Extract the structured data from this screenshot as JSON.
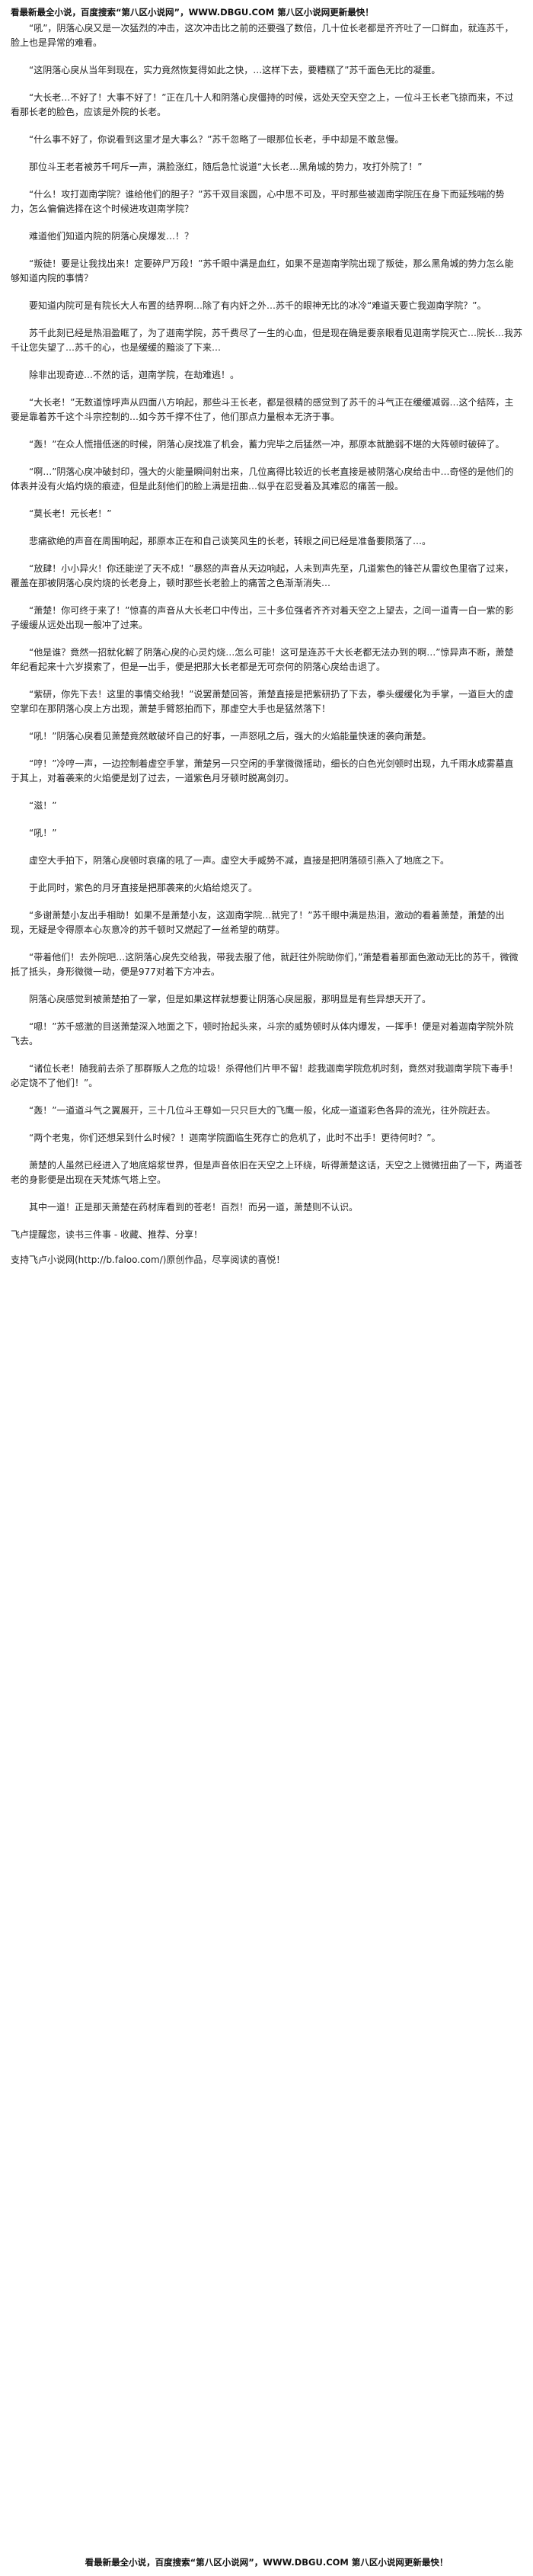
{
  "banner_top": "看最新最全小说，百度搜索“第八区小说网”，WWW.DBGU.COM 第八区小说网更新最快！",
  "paragraphs": [
    "“吼”，阴落心戾又是一次猛烈的冲击，这次冲击比之前的还要强了数倍，几十位长老都是齐齐吐了一口鲜血，就连苏千，脸上也是异常的难看。",
    "“这阴落心戾从当年到现在，实力竟然恢复得如此之快，…这样下去，要糟糕了”苏千面色无比的凝重。",
    "“大长老…不好了！大事不好了！”正在几十人和阴落心戾僵持的时候，远处天空天空之上，一位斗王长老飞掠而来，不过看那长老的脸色，应该是外院的长老。",
    "“什么事不好了，你说看到这里才是大事么？”苏千忽略了一眼那位长老，手中却是不敢怠慢。",
    "那位斗王老者被苏千呵斥一声，满脸涨红，随后急忙说道“大长老…黑角城的势力，攻打外院了！”",
    "“什么！攻打迦南学院？谁给他们的胆子？”苏千双目滚圆，心中思不可及，平时那些被迦南学院压在身下而延残喘的势力，怎么偏偏选择在这个时候进攻迦南学院？",
    "难道他们知道内院的阴落心戾爆发…！？",
    "“叛徒！要是让我找出来！定要碎尸万段！”苏千眼中满是血红，如果不是迦南学院出现了叛徒，那么黑角城的势力怎么能够知道内院的事情？",
    "要知道内院可是有院长大人布置的结界啊…除了有内奸之外…苏千的眼神无比的冰冷“难道天要亡我迦南学院？”。",
    "苏千此刻已经是热泪盈眶了，为了迦南学院，苏千费尽了一生的心血，但是现在确是要亲眼看见迦南学院灭亡…院长…我苏千让您失望了…苏千的心，也是缓缓的黯淡了下来…",
    "除非出现奇迹…不然的话，迦南学院，在劫难逃！。",
    "“大长老！”无数道惊呼声从四面八方响起，那些斗王长老，都是很精的感觉到了苏千的斗气正在缓缓减弱…这个结阵，主要是靠着苏千这个斗宗控制的…如今苏千撑不住了，他们那点力量根本无济于事。",
    "“轰！”在众人慌措低迷的时候，阴落心戾找准了机会，蓄力完毕之后猛然一冲，那原本就脆弱不堪的大阵顿时破碎了。",
    "“啊…”阴落心戾冲破封印，强大的火能量瞬间射出来，几位离得比较近的长老直接是被阴落心戾给击中…奇怪的是他们的体表并没有火焰灼烧的痕迹，但是此刻他们的脸上满是扭曲…似乎在忍受着及其难忍的痛苦一般。",
    "“莫长老！元长老！”",
    "悲痛欲绝的声音在周围响起，那原本正在和自己谈笑风生的长老，转眼之间已经是准备要陨落了…。",
    "“放肆！小小异火！你还能逆了天不成！”暴怒的声音从天边响起，人未到声先至，几道紫色的锋芒从雷纹色里宿了过来，覆盖在那被阴落心戾灼烧的长老身上，顿时那些长老脸上的痛苦之色渐渐消失…",
    "“萧楚！你可终于来了！”惊喜的声音从大长老口中传出，三十多位强者齐齐对着天空之上望去，之间一道青一白一紫的影子缓缓从远处出现一般冲了过来。",
    "“他是谁？竟然一招就化解了阴落心戾的心灵灼烧…怎么可能！这可是连苏千大长老都无法办到的啊…”惊异声不断，萧楚年纪看起来十六岁摸索了，但是一出手，便是把那大长老都是无可奈何的阴落心戾给击退了。",
    "“紫研，你先下去！这里的事情交给我！”说罢萧楚回答，萧楚直接是把紫研扔了下去，拳头缓缓化为手掌，一道巨大的虚空掌印在那阴落心戾上方出现，萧楚手臂怒拍而下，那虚空大手也是猛然落下！",
    "“吼！”阴落心戾看见萧楚竟然敢破坏自己的好事，一声怒吼之后，强大的火焰能量快速的袭向萧楚。",
    "“哼！”冷哼一声，一边控制着虚空手掌，萧楚另一只空闲的手掌微微摇动，细长的白色光剑顿时出现，九千雨水成雾墓直于其上，对着袭来的火焰便是划了过去，一道紫色月牙顿时脱离剑刃。",
    "“滋！”",
    "“吼！”",
    "虚空大手拍下，阴落心戾顿时哀痛的吼了一声。虚空大手威势不减，直接是把阴落硕引燕入了地底之下。",
    "于此同时，紫色的月牙直接是把那袭来的火焰给熄灭了。",
    "“多谢萧楚小友出手相助！如果不是萧楚小友，这迦南学院…就完了！”苏千眼中满是热泪，激动的看着萧楚，萧楚的出现，无疑是令得原本心灰意冷的苏千顿时又燃起了一丝希望的萌芽。",
    "“带着他们！去外院吧…这阴落心戾先交给我，带我去服了他，就赶往外院助你们，”萧楚看着那面色激动无比的苏千，微微抵了抵头，身形微微一动，便是977对着下方冲去。",
    "阴落心戾感觉到被萧楚拍了一掌，但是如果这样就想要让阴落心戾屈服，那明显是有些异想天开了。",
    "“嗯！”苏千感激的目送萧楚深入地面之下，顿时抬起头来，斗宗的威势顿时从体内爆发，一挥手！便是对着迦南学院外院飞去。",
    "“诸位长老！随我前去杀了那群叛人之危的垃圾！杀得他们片甲不留！趁我迦南学院危机时刻，竟然对我迦南学院下毒手！必定饶不了他们！”。",
    "“轰！”一道道斗气之翼展开，三十几位斗王尊如一只只巨大的飞鹰一般，化成一道道彩色各异的流光，往外院赶去。",
    "“两个老鬼，你们还想呆到什么时候？！迦南学院面临生死存亡的危机了，此时不出手！更待何时？”。",
    "萧楚的人虽然已经进入了地底熔浆世界，但是声音依旧在天空之上环绕，听得萧楚这话，天空之上微微扭曲了一下，两道苍老的身影便是出现在天梵炼气塔上空。",
    "其中一道！正是那天萧楚在药材库看到的苍老！百烈！而另一道，萧楚则不认识。"
  ],
  "footer_note": "飞卢提醒您，读书三件事 - 收藏、推荐、分享！",
  "support_line": "支持飞卢小说网(http://b.faloo.com/)原创作品，尽享阅读的喜悦！",
  "banner_bottom": "看最新最全小说，百度搜索“第八区小说网”，WWW.DBGU.COM 第八区小说网更新最快！"
}
